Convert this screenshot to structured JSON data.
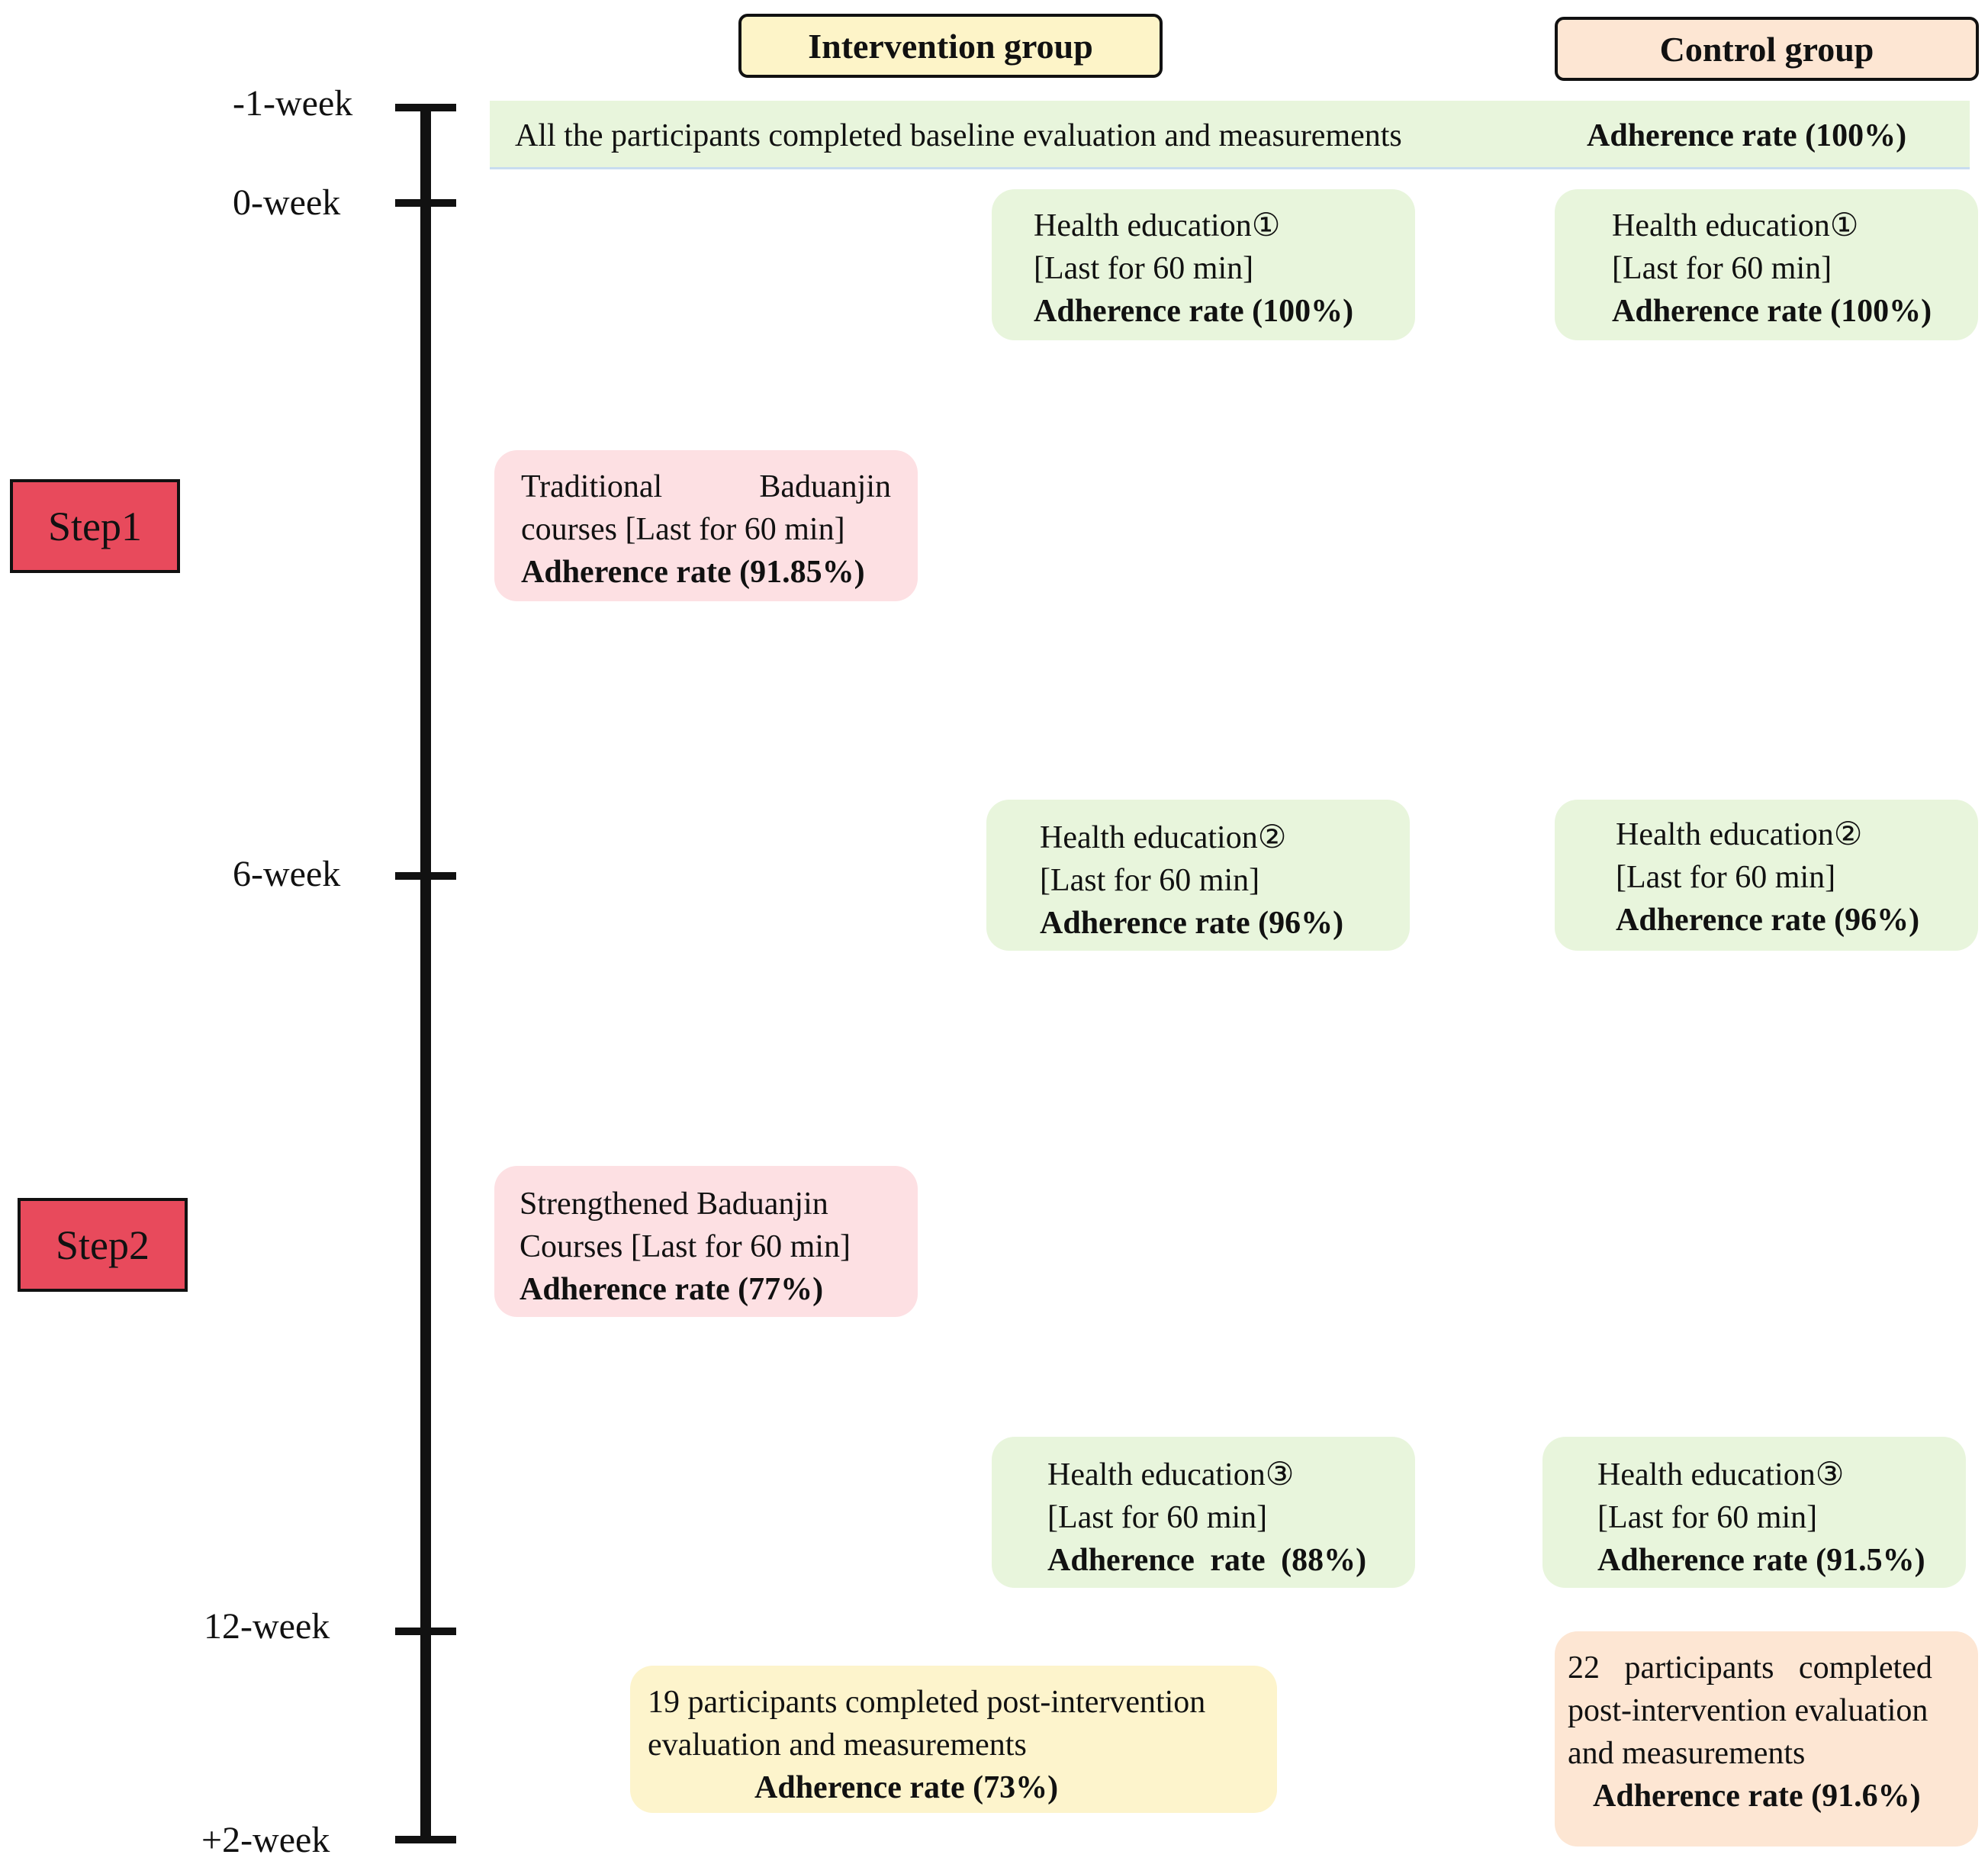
{
  "headers": {
    "intervention": "Intervention group",
    "control": "Control group"
  },
  "timeline": {
    "weeks": [
      "-1-week",
      "0-week",
      "6-week",
      "12-week",
      "+2-week"
    ],
    "steps": [
      "Step1",
      "Step2"
    ]
  },
  "baseline": {
    "text": "All the participants completed baseline evaluation and measurements",
    "adherence": "Adherence rate (100%)"
  },
  "intervention": {
    "he1": {
      "title": "Health education①",
      "duration": "[Last for 60 min]",
      "adherence": "Adherence rate (100%)"
    },
    "step1": {
      "line1_left": "Traditional",
      "line1_right": "Baduanjin",
      "line2": "courses [Last for 60 min]",
      "adherence": "Adherence rate (91.85%)"
    },
    "he2": {
      "title": "Health education②",
      "duration": "[Last for 60 min]",
      "adherence": "Adherence rate (96%)"
    },
    "step2": {
      "line1": "Strengthened Baduanjin",
      "line2": "Courses [Last for 60 min]",
      "adherence": "Adherence rate (77%)"
    },
    "he3": {
      "title": "Health education③",
      "duration": "[Last for 60 min]",
      "adherence": "Adherence rate (88%)"
    },
    "post": {
      "line1": "19 participants completed post-intervention",
      "line2": "evaluation and measurements",
      "adherence": "Adherence rate (73%)"
    }
  },
  "control": {
    "he1": {
      "title": "Health education①",
      "duration": "[Last for 60 min]",
      "adherence": "Adherence rate (100%)"
    },
    "he2": {
      "title": "Health education②",
      "duration": "[Last for 60 min]",
      "adherence": "Adherence rate (96%)"
    },
    "he3": {
      "title": "Health education③",
      "duration": "[Last for 60 min]",
      "adherence": "Adherence rate (91.5%)"
    },
    "post": {
      "line1": "22 participants completed",
      "line2": "post-intervention evaluation",
      "line3": "and measurements",
      "adherence": "Adherence rate (91.6%)"
    }
  },
  "colors": {
    "green": "#e8f5dc",
    "pink": "#fde0e3",
    "yellow": "#fdf4cc",
    "peach": "#fde6d3",
    "step": "#e84a5c",
    "header_intervention": "#fdf4c8",
    "header_control": "#fde6d3"
  }
}
